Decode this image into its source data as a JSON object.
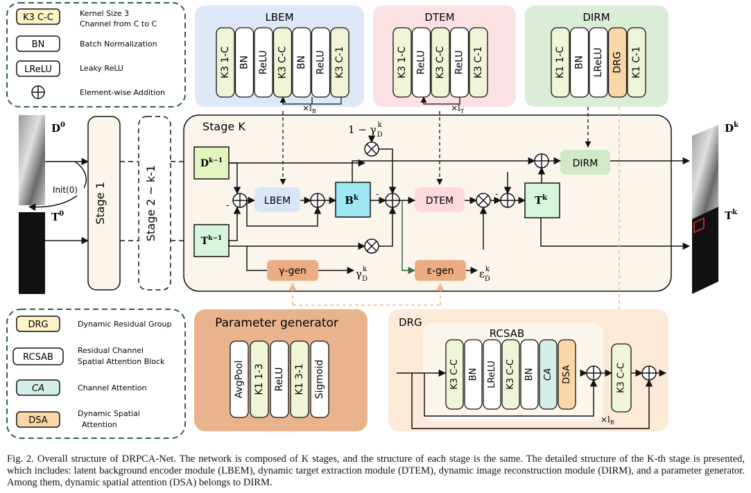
{
  "legend_top": {
    "items": [
      {
        "symbol": "K3 C-C",
        "desc_line1": "Kernel Size 3",
        "desc_line2": "Channel from C to C"
      },
      {
        "symbol": "BN",
        "desc": "Batch Normalization"
      },
      {
        "symbol": "LReLU",
        "desc": "Leaky ReLU"
      },
      {
        "symbol": "⊕",
        "desc": "Element-wise Addition"
      }
    ]
  },
  "legend_bottom": {
    "items": [
      {
        "symbol": "DRG",
        "desc": "Dynamic Residual Group"
      },
      {
        "symbol": "RCSAB",
        "desc_line1": "Residual Channel",
        "desc_line2": "Spatial Attention Block"
      },
      {
        "symbol": "CA",
        "desc": "Channel Attention"
      },
      {
        "symbol": "DSA",
        "desc_line1": "Dynamic Spatial",
        "desc_line2": "Attention"
      }
    ]
  },
  "lbem": {
    "title": "LBEM",
    "layers": [
      "K3 1-C",
      "BN",
      "ReLU",
      "K3 C-C",
      "BN",
      "ReLU",
      "K3 C-1"
    ],
    "repeat": "×l",
    "repeat_sub": "B"
  },
  "dtem": {
    "title": "DTEM",
    "layers": [
      "K3 1-C",
      "ReLU",
      "K3 C-C",
      "ReLU",
      "K3 C-1"
    ],
    "repeat": "×l",
    "repeat_sub": "T"
  },
  "dirm": {
    "title": "DIRM",
    "layers": [
      "K1 1-C",
      "BN",
      "LReLU",
      "DRG",
      "K1 C-1"
    ]
  },
  "pipeline": {
    "d0": "D",
    "d0_sup": "0",
    "t0": "T",
    "t0_sup": "0",
    "init": "Init(0)",
    "stage1": "Stage 1",
    "stage2": "Stage 2 ~ k-1",
    "stage_k": "Stage K",
    "dk": "D",
    "dk_sup": "k",
    "tk": "T",
    "tk_sup": "k"
  },
  "stage_k": {
    "d_prev": "D",
    "d_prev_sup": "k−1",
    "t_prev": "T",
    "t_prev_sup": "k−1",
    "lbem": "LBEM",
    "bk": "B",
    "bk_sup": "k",
    "dtem": "DTEM",
    "tk": "T",
    "tk_sup": "k",
    "dirm": "DIRM",
    "gamma_gen": "γ-gen",
    "eps_gen": "ε-gen",
    "one_minus_gamma": "1 − γ",
    "gamma_sub": "D",
    "gamma_sup": "k",
    "gamma": "γ",
    "eps": "ε",
    "minus": "-"
  },
  "param_gen": {
    "title": "Parameter generator",
    "layers": [
      "AvgPool",
      "K1 1-3",
      "ReLU",
      "K1 3-1",
      "Sigmoid"
    ]
  },
  "drg": {
    "title": "DRG",
    "rcsab": "RCSAB",
    "layers": [
      "K3 C-C",
      "BN",
      "LReLU",
      "K3 C-C",
      "BN",
      "CA",
      "DSA"
    ],
    "post_conv": "K3 C-C",
    "repeat": "×l",
    "repeat_sub": "R"
  },
  "colors": {
    "lbem_bg": "#dde9f8",
    "dtem_bg": "#fbe1e4",
    "dirm_bg": "#daeed7",
    "stage_bg": "#fbf5ec",
    "param_bg": "#e9b48d",
    "drg_bg": "#fce9d8",
    "green_layer": "#eff5d6",
    "teal": "#d6eeea",
    "orange": "#fbd7a8",
    "dk_box": "#e3f5bf",
    "tk_box": "#d6f5dc",
    "bk_box": "#9ee8f5",
    "gen_box": "#ecad84",
    "legend_border": "#2f5e46"
  },
  "caption": "Fig. 2.  Overall structure of DRPCA-Net. The network is composed of K stages, and the structure of each stage is the same. The detailed structure of the K-th stage is presented, which includes: latent background encoder module (LBEM), dynamic target extraction module (DTEM), dynamic image reconstruction module (DIRM), and a parameter generator. Among them, dynamic spatial attention (DSA) belongs to DIRM."
}
